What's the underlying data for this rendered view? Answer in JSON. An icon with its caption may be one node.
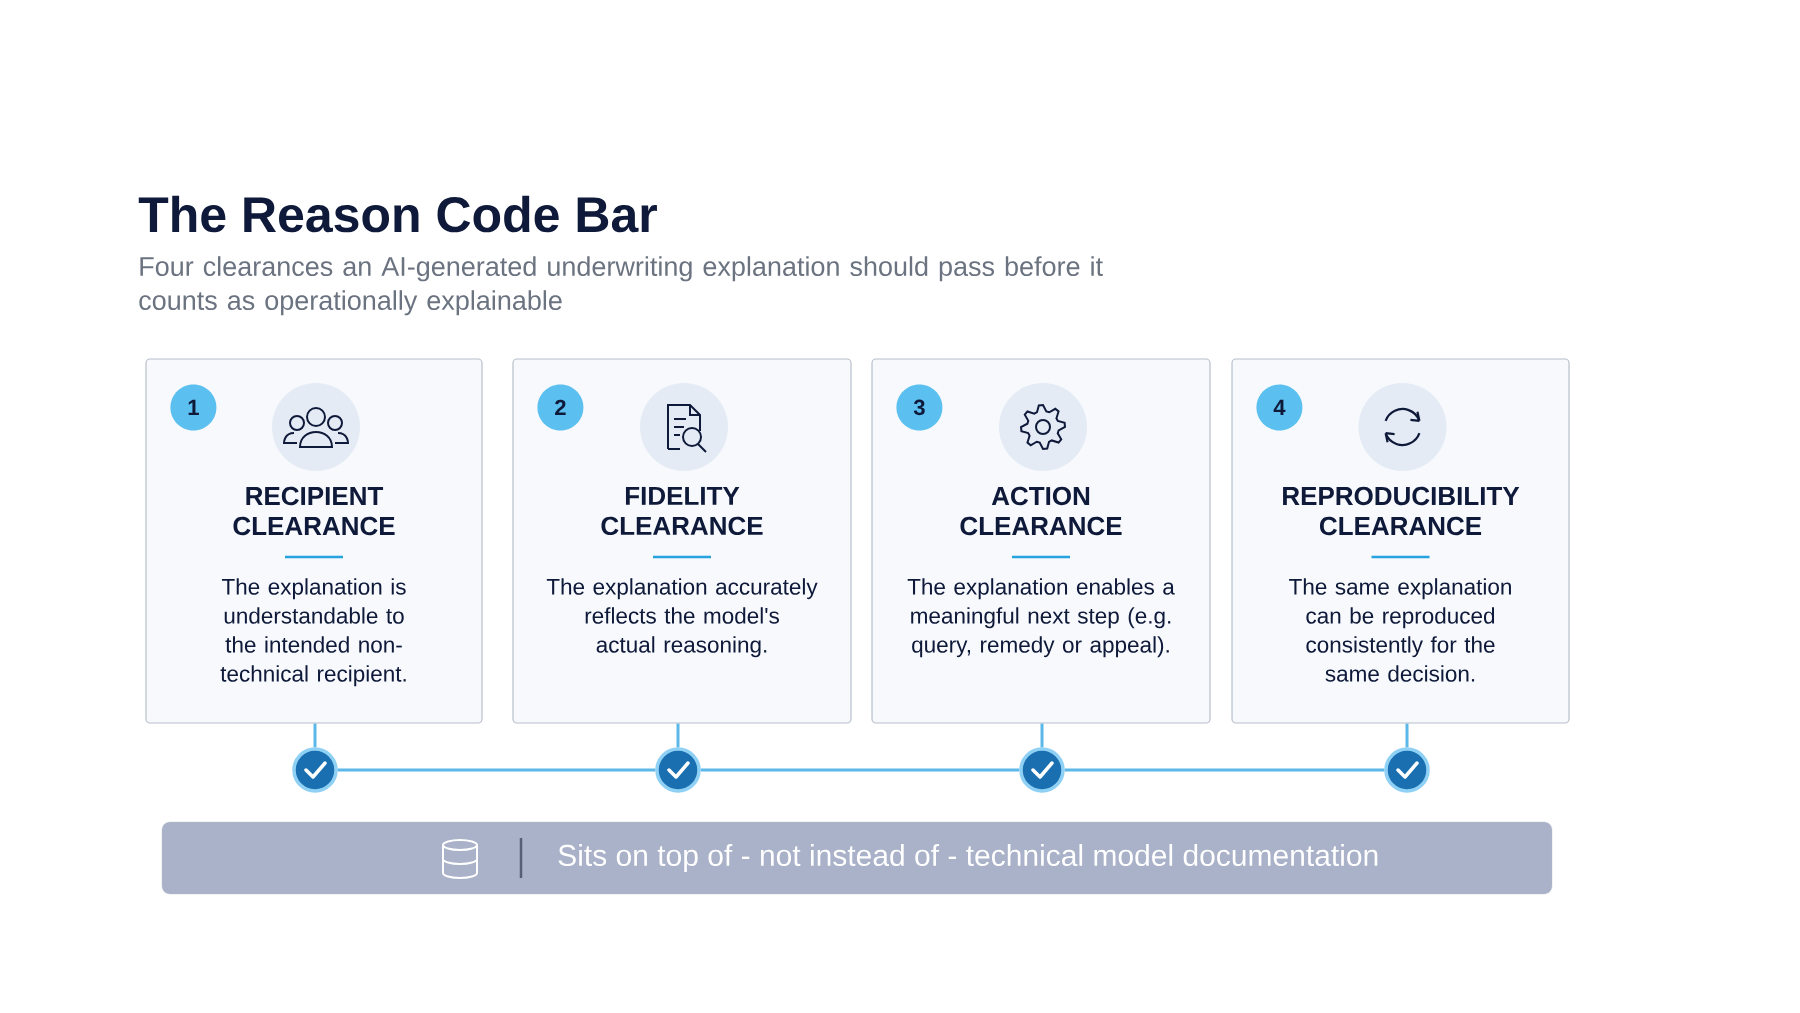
{
  "diagram": {
    "title": "The Reason Code Bar",
    "caption": "Four clearances an AI-generated underwriting explanation should pass before it counts as operationally explainable",
    "nodes": [
      {
        "text": [
          "RECIPIENT CLEARANCE",
          "The explanation is understandable to the intended non-technical recipient."
        ]
      },
      {
        "text": [
          "1"
        ],
        "in": 0
      },
      {
        "text": [
          "FIDELITY CLEARANCE",
          "The explanation accurately reflects the model's actual reasoning."
        ]
      },
      {
        "text": [
          "2"
        ],
        "in": 2
      },
      {
        "text": [
          "ACTION CLEARANCE",
          "The explanation enables a meaningful next step (e.g. query, remedy or appeal)."
        ]
      },
      {
        "text": [
          "3"
        ],
        "in": 4
      },
      {
        "text": [
          "REPRODUCIBILITY CLEARANCE",
          "The same explanation can be reproduced consistently for the same decision."
        ]
      },
      {
        "text": [
          "4"
        ],
        "in": 6
      },
      {
        "text": [],
        "shape": "circle"
      },
      {
        "text": [],
        "shape": "circle"
      },
      {
        "text": [],
        "shape": "circle"
      },
      {
        "text": [],
        "shape": "circle"
      },
      {
        "text": [
          "Sits on top of - not instead of - technical model documentation"
        ]
      }
    ],
    "edges": [
      {
        "from": 0,
        "to": 8,
        "arrow": "none"
      },
      {
        "from": 2,
        "to": 9,
        "arrow": "none"
      },
      {
        "from": 4,
        "to": 10,
        "arrow": "none"
      },
      {
        "from": 6,
        "to": 11,
        "arrow": "none"
      },
      {
        "from": 8,
        "to": 9,
        "arrow": "none"
      },
      {
        "from": 9,
        "to": 10,
        "arrow": "none"
      },
      {
        "from": 10,
        "to": 11,
        "arrow": "none"
      }
    ]
  }
}
